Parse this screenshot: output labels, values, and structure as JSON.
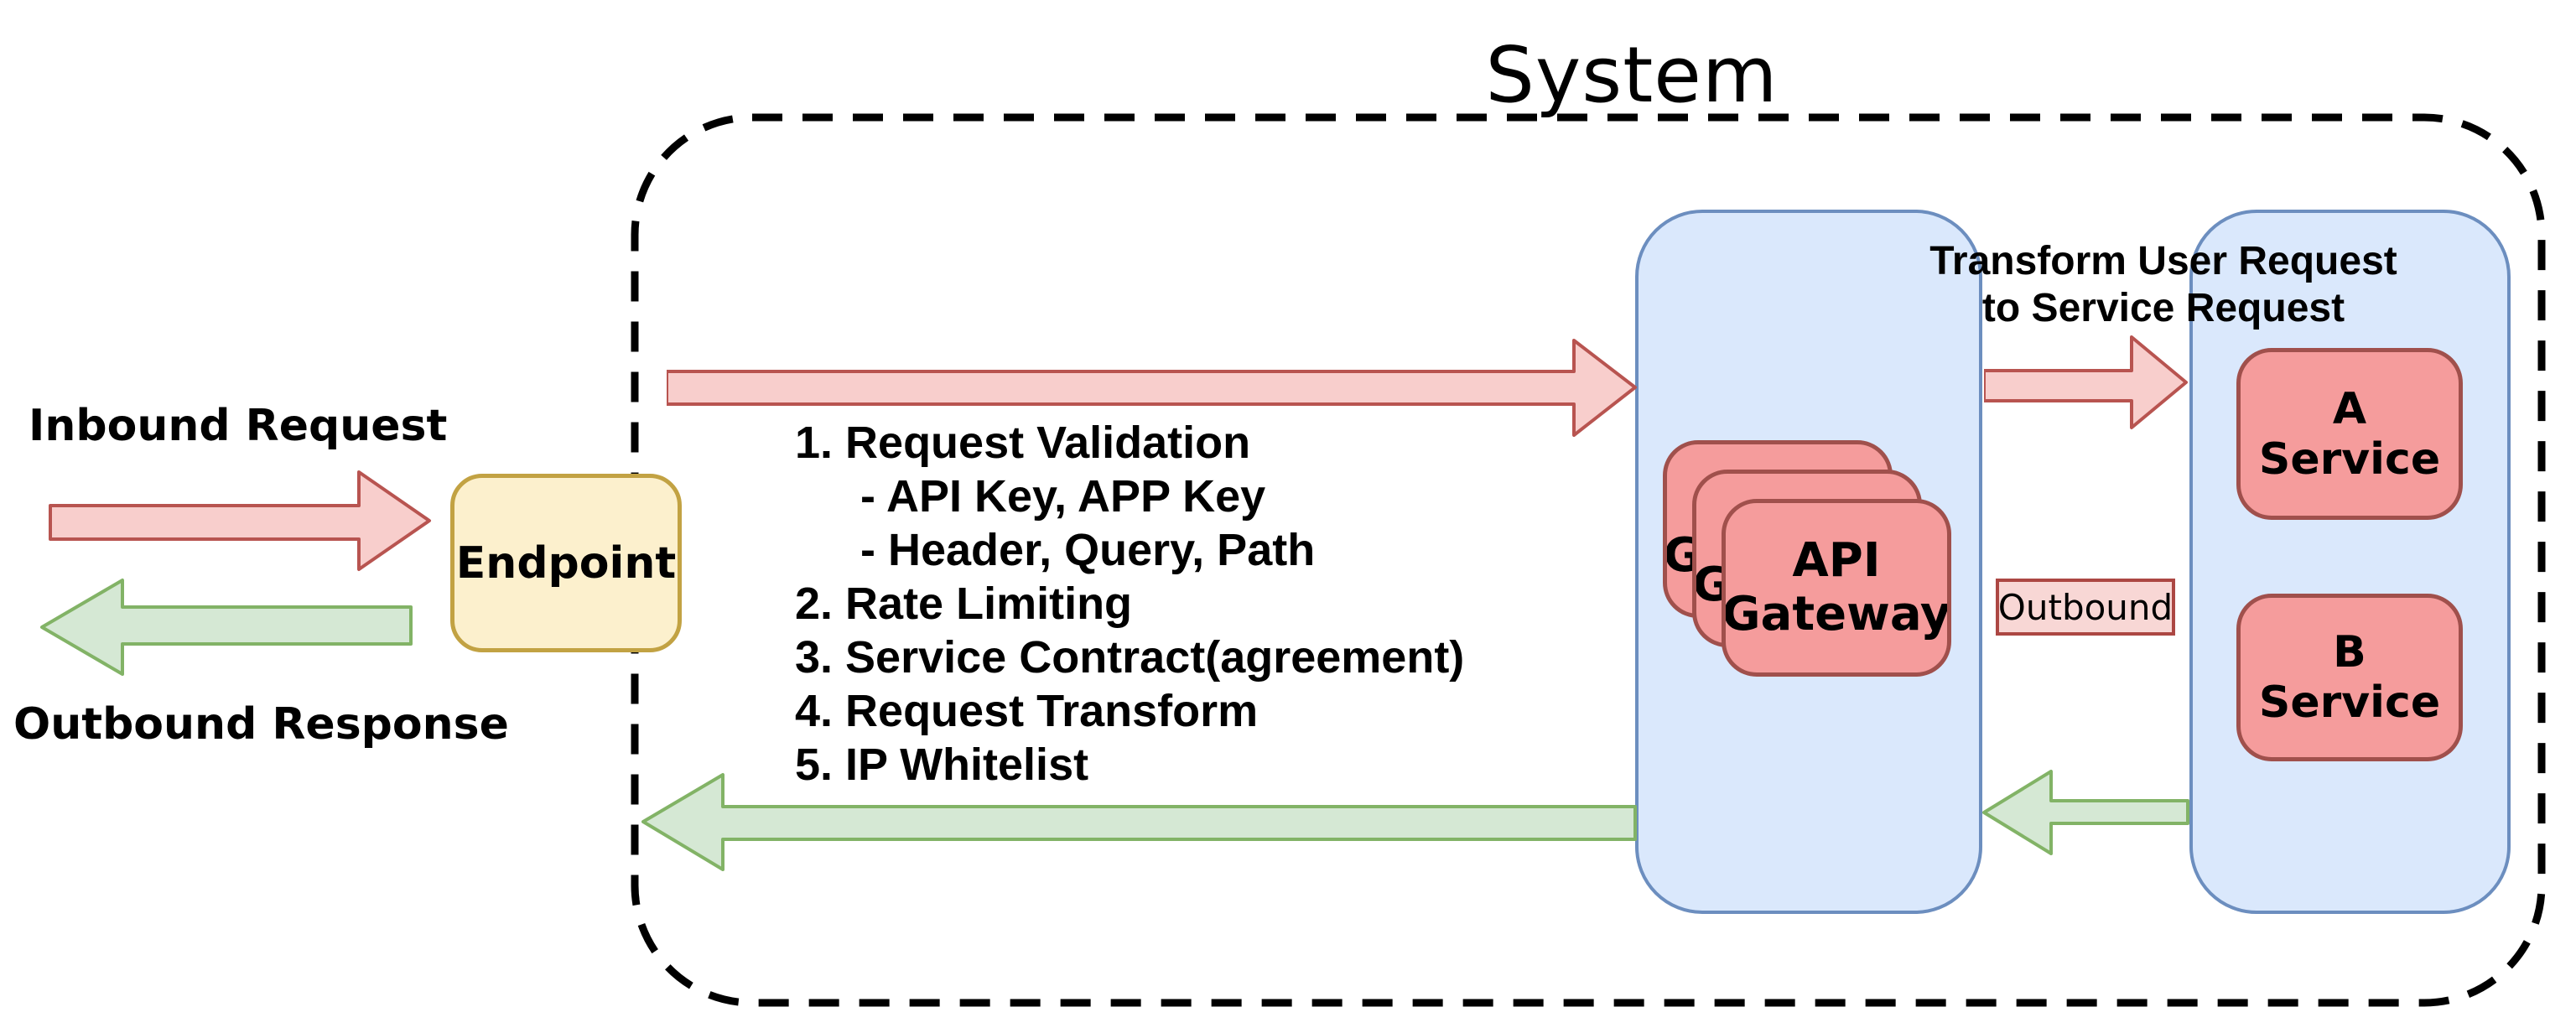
{
  "title": "System",
  "colors": {
    "pink_fill": "#F8CECC",
    "pink_stroke": "#B85450",
    "green_fill": "#D5E8D4",
    "green_stroke": "#82B366",
    "blue_fill": "#DAE8FC",
    "blue_stroke": "#6C8EBF",
    "yellow_fill": "#FCF0CD",
    "yellow_stroke": "#C2A243",
    "card_fill": "#F59C9C",
    "card_stroke": "#A0504C",
    "tag_fill": "#F8D7D5",
    "tag_stroke": "#AC4743",
    "system_border": "#000000"
  },
  "left_panel": {
    "inbound_label": "Inbound Request",
    "outbound_label": "Outbound Response",
    "endpoint_label": "Endpoint"
  },
  "system": {
    "steps": [
      "1. Request Validation",
      "- API Key, APP Key",
      "- Header, Query, Path",
      "2. Rate Limiting",
      "3. Service Contract(agreement)",
      "4. Request Transform",
      "5. IP Whitelist"
    ],
    "gateway_label_line1": "API",
    "gateway_label_line2": "Gateway",
    "note_line1": "Transform User Request",
    "note_line2": "to Service Request",
    "outbound_tag": "Outbound",
    "service_a_line1": "A",
    "service_a_line2": "Service",
    "service_b_line1": "B",
    "service_b_line2": "Service"
  }
}
